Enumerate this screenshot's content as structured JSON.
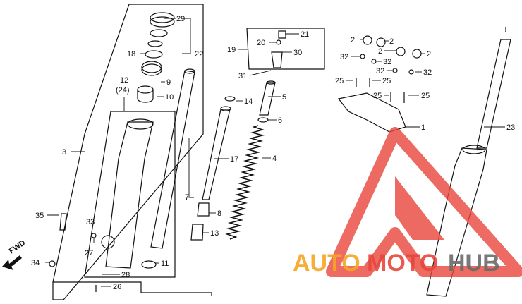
{
  "callouts": {
    "c1": "1",
    "c2a": "2",
    "c2b": "2",
    "c2c": "2",
    "c2d": "2",
    "c3": "3",
    "c4": "4",
    "c5": "5",
    "c6": "6",
    "c7": "7",
    "c8": "8",
    "c9": "9",
    "c10": "10",
    "c11": "11",
    "c12": "12",
    "c12b": "(24)",
    "c13": "13",
    "c14": "14",
    "c17": "17",
    "c18": "18",
    "c19": "19",
    "c20": "20",
    "c21": "21",
    "c22": "22",
    "c23": "23",
    "c25a": "25",
    "c25b": "25",
    "c25c": "25",
    "c25d": "25",
    "c26": "26",
    "c27": "27",
    "c28": "28",
    "c29": "29",
    "c30": "30",
    "c31": "31",
    "c32a": "32",
    "c32b": "32",
    "c32c": "32",
    "c32d": "32",
    "c33": "33",
    "c34": "34",
    "c35": "35"
  },
  "fwd_label": "FWD",
  "watermark": {
    "auto": "AUTO",
    "moto": "MOTO",
    "hub": "HUB",
    "color_orange": "#f6a623",
    "color_red": "#e8463c",
    "color_gray": "#6b6b6b"
  }
}
